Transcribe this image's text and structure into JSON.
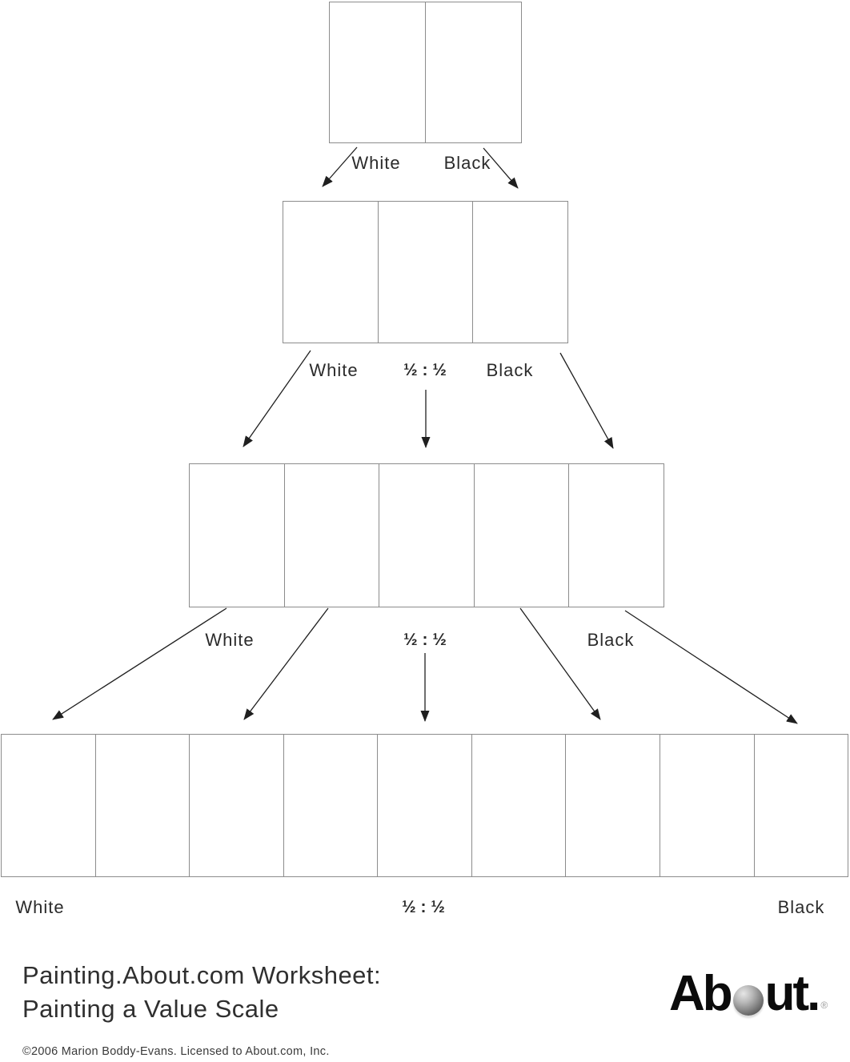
{
  "diagram": {
    "row1": {
      "cells": 2,
      "label_left": "White",
      "label_right": "Black"
    },
    "row2": {
      "cells": 3,
      "label_left": "White",
      "label_center": "½ : ½",
      "label_right": "Black"
    },
    "row3": {
      "cells": 5,
      "label_left": "White",
      "label_center": "½ : ½",
      "label_right": "Black"
    },
    "row4": {
      "cells": 9,
      "label_left": "White",
      "label_center": "½ : ½",
      "label_right": "Black"
    }
  },
  "footer": {
    "title_line1": "Painting.About.com Worksheet:",
    "title_line2": "Painting a Value Scale",
    "copyright": "©2006 Marion Boddy-Evans. Licensed to About.com, Inc."
  },
  "logo": {
    "text_before_sphere": "Ab",
    "text_after_sphere": "ut.",
    "registered_mark": "®",
    "sphere_icon": "gray-sphere"
  },
  "colors": {
    "box_border": "#8c8c8c",
    "arrow": "#1f1f1f",
    "text": "#2b2b2b",
    "logo_text": "#0b0b0b"
  }
}
